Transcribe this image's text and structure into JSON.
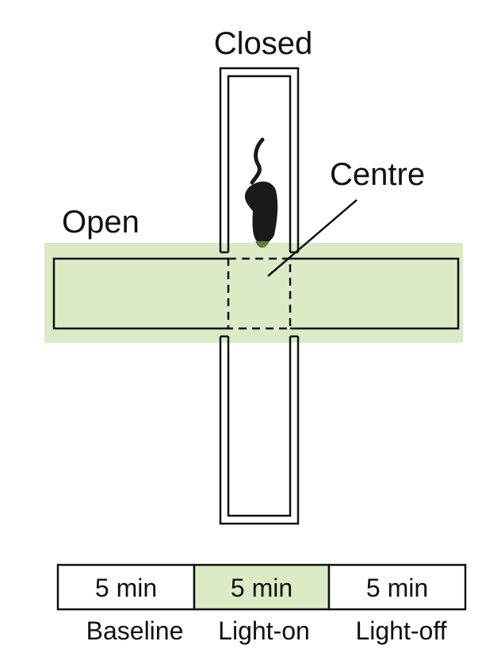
{
  "maze": {
    "label_closed": "Closed",
    "label_open": "Open",
    "label_centre": "Centre"
  },
  "timeline": {
    "segments": [
      {
        "duration": "5 min",
        "phase": "Baseline",
        "highlighted": false
      },
      {
        "duration": "5 min",
        "phase": "Light-on",
        "highlighted": true
      },
      {
        "duration": "5 min",
        "phase": "Light-off",
        "highlighted": false
      }
    ]
  },
  "colors": {
    "light_green": "#dcebc5",
    "outline": "#111111",
    "mouse": "#1a1a1a",
    "mouse_nose": "#5a7d3a"
  }
}
